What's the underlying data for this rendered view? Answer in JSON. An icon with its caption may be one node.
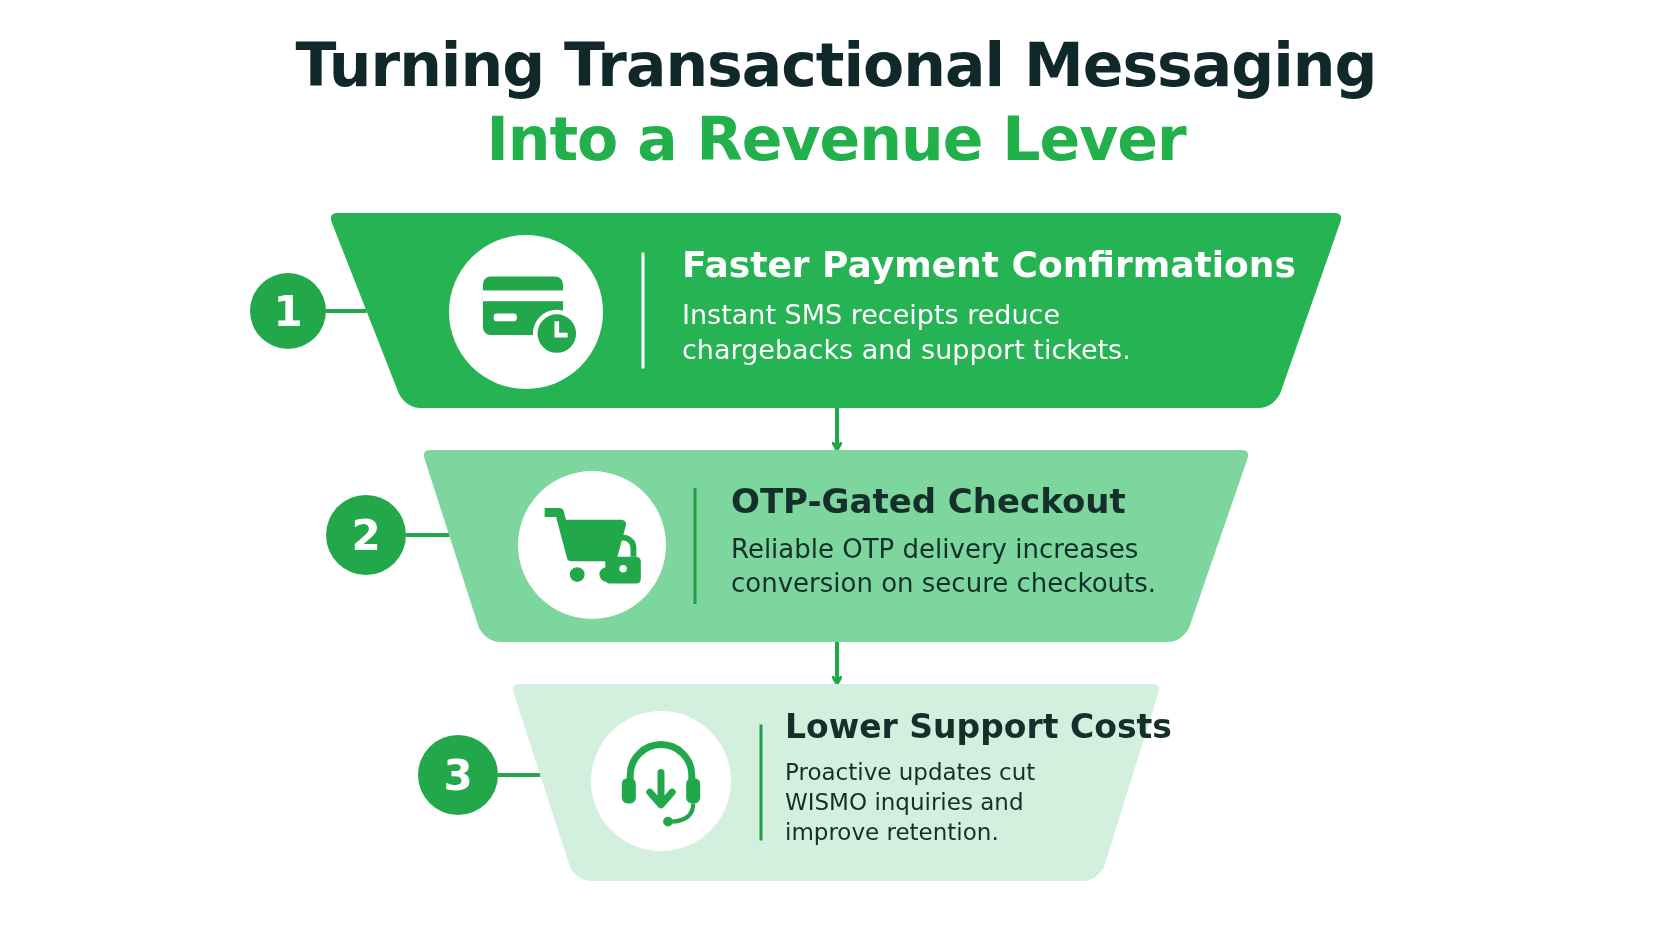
{
  "diagram": {
    "title": "Turning Transactional Messaging Into a Revenue Lever",
    "nodes": [
      {
        "text": [
          "1"
        ]
      },
      {
        "text": [
          "Faster Payment Confirmations",
          "Instant SMS receipts reduce chargebacks and support tickets."
        ]
      },
      {
        "text": [
          "2"
        ]
      },
      {
        "text": [
          "OTP-Gated Checkout",
          "Reliable OTP delivery increases conversion on secure checkouts."
        ]
      },
      {
        "text": [
          "3"
        ]
      },
      {
        "text": [
          "Lower Support Costs",
          "Proactive updates cut WISMO inquiries and improve retention."
        ]
      }
    ],
    "edges": [
      {
        "from": 0,
        "to": 1,
        "arrow": "none"
      },
      {
        "from": 1,
        "to": 3,
        "arrow": "to"
      },
      {
        "from": 2,
        "to": 3,
        "arrow": "none"
      },
      {
        "from": 3,
        "to": 5,
        "arrow": "to"
      },
      {
        "from": 4,
        "to": 5,
        "arrow": "none"
      }
    ]
  }
}
